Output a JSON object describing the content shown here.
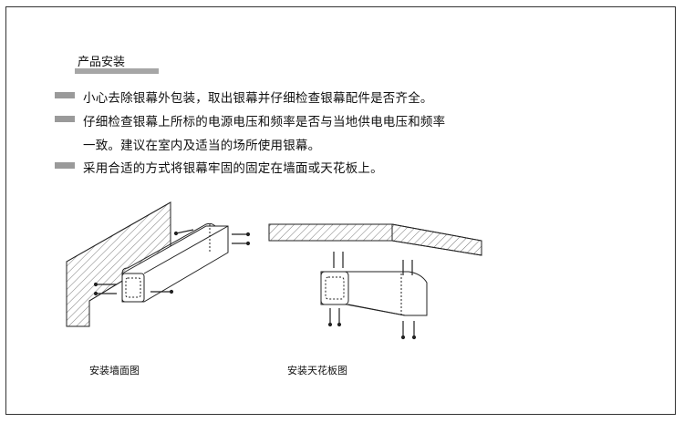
{
  "section": {
    "title": "产品安装",
    "instructions": [
      "小心去除银幕外包装，取出银幕并仔细检查银幕配件是否齐全。",
      "仔细检查银幕上所标的电源电压和频率是否与当地供电电压和频率",
      "一致。建议在室内及适当的场所使用银幕。",
      "采用合适的方式将银幕牢固的固定在墙面或天花板上。"
    ]
  },
  "figures": {
    "wall_caption": "安装墙面图",
    "ceiling_caption": "安装天花板图"
  },
  "colors": {
    "bar_gray": "#a6a6a6",
    "line": "#222222"
  }
}
